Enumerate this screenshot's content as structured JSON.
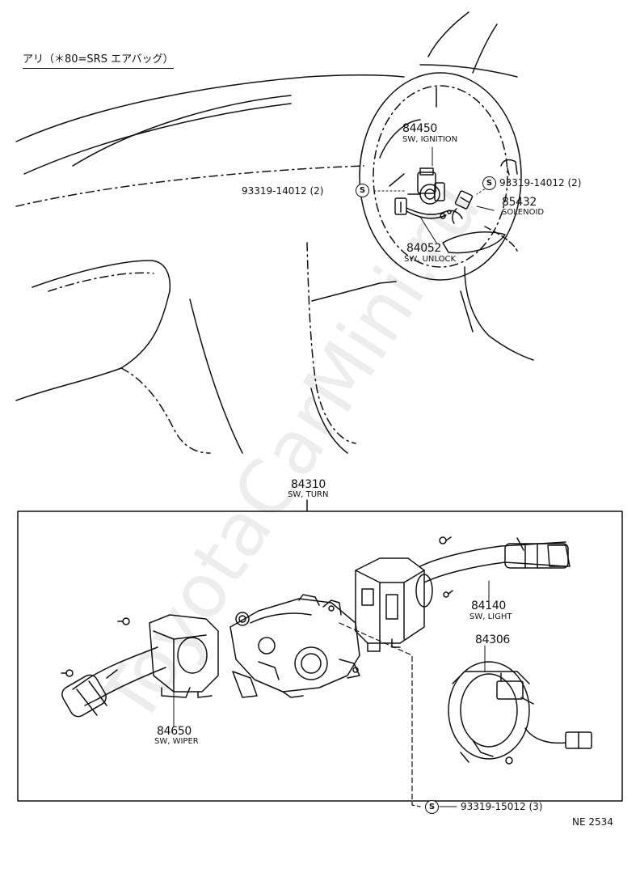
{
  "header_note": "アリ（＊80=SRS エアバッグ）",
  "watermark": "ToyotaCarMini.ru",
  "figure_code": "NE 2534",
  "parts": {
    "ignition": {
      "number": "84450",
      "name": "SW, IGNITION"
    },
    "solenoid": {
      "number": "85432",
      "name": "SOLENOID"
    },
    "unlock": {
      "number": "84052",
      "name": "SW, UNLOCK"
    },
    "turn": {
      "number": "84310",
      "name": "SW, TURN"
    },
    "light": {
      "number": "84140",
      "name": "SW, LIGHT"
    },
    "clock_spring": {
      "number": "84306"
    },
    "wiper": {
      "number": "84650",
      "name": "SW, WIPER"
    }
  },
  "screws": {
    "left": {
      "symbol": "S",
      "ref": "93319-14012 (2)"
    },
    "right": {
      "symbol": "S",
      "ref": "93319-14012 (2)"
    },
    "bottom": {
      "symbol": "S",
      "ref": "93319-15012 (3)"
    }
  }
}
